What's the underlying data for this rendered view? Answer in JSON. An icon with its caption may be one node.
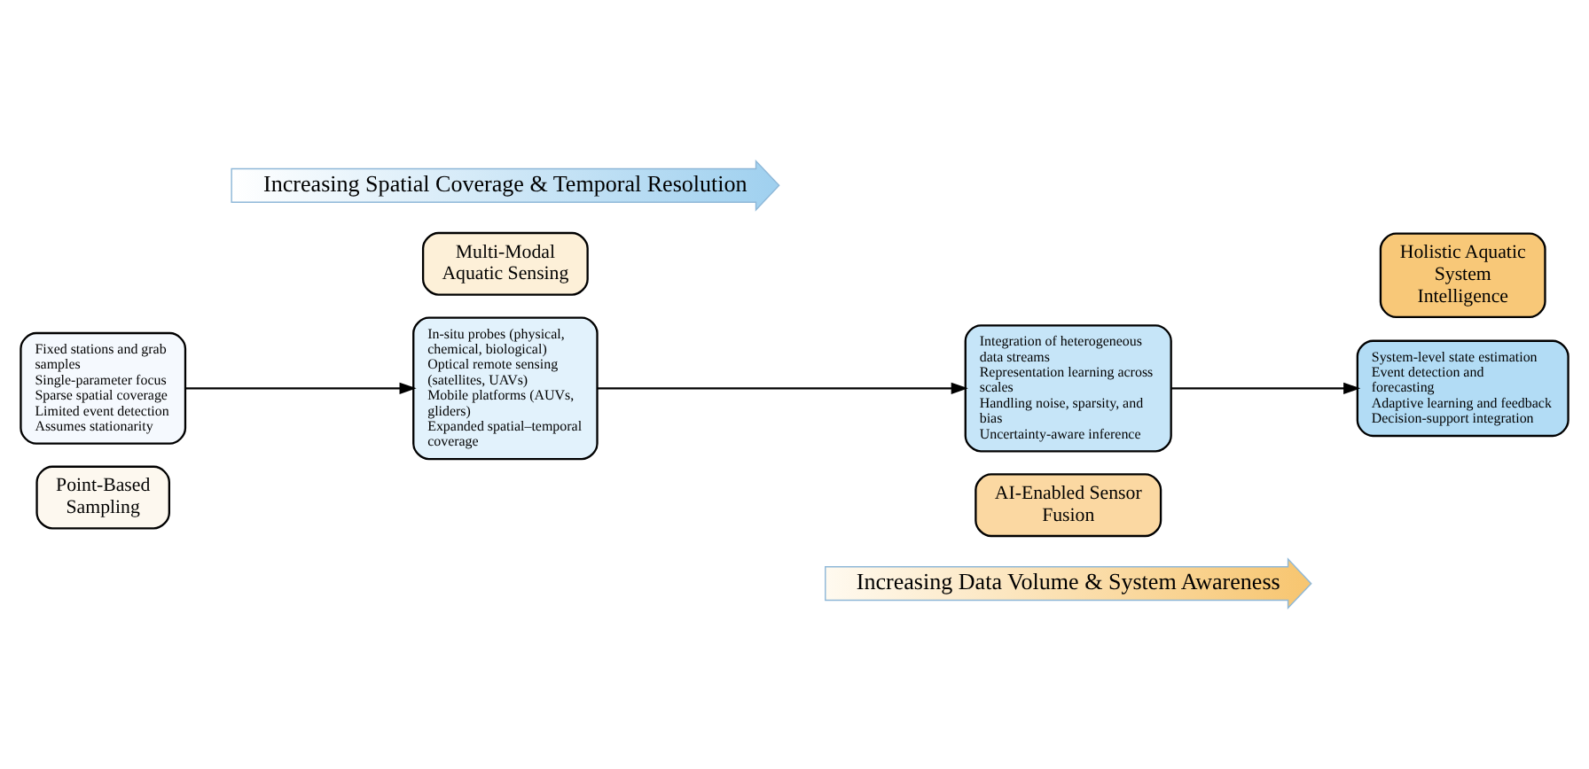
{
  "diagram": {
    "nodes": [
      {
        "text": [
          "Increasing Spatial Coverage & Temporal Resolution"
        ]
      },
      {
        "text": [
          "Fixed stations and grab samples",
          "Single-parameter focus",
          "Sparse spatial coverage",
          "Limited event detection",
          "Assumes stationarity"
        ]
      },
      {
        "text": [
          "Point-Based Sampling"
        ]
      },
      {
        "text": [
          "In-situ probes (physical, chemical, biological)",
          "Optical remote sensing (satellites, UAVs)",
          "Mobile platforms (AUVs, gliders)",
          "Expanded spatial–temporal coverage"
        ]
      },
      {
        "text": [
          "Multi-Modal Aquatic Sensing"
        ]
      },
      {
        "text": [
          "Integration of heterogeneous data streams",
          "Representation learning across scales",
          "Handling noise, sparsity, and bias",
          "Uncertainty-aware inference"
        ]
      },
      {
        "text": [
          "AI-Enabled Sensor Fusion"
        ]
      },
      {
        "text": [
          "System-level state estimation",
          "Event detection and forecasting",
          "Adaptive learning and feedback",
          "Decision-support integration"
        ]
      },
      {
        "text": [
          "Holistic Aquatic System Intelligence"
        ]
      },
      {
        "text": [
          "Increasing Data Volume & System Awareness"
        ]
      }
    ],
    "edges": [
      {
        "from": 1,
        "to": 3,
        "arrow": "to"
      },
      {
        "from": 3,
        "to": 5,
        "arrow": "to"
      },
      {
        "from": 5,
        "to": 7,
        "arrow": "to"
      }
    ]
  }
}
